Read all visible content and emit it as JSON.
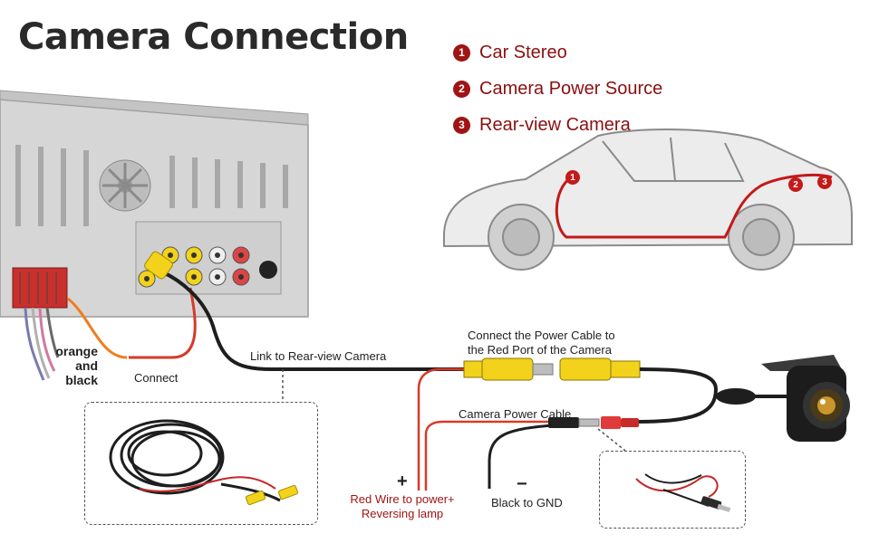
{
  "title": "Camera Connection",
  "legend": [
    {
      "num": "1",
      "label": "Car Stereo"
    },
    {
      "num": "2",
      "label": "Camera Power Source"
    },
    {
      "num": "3",
      "label": "Rear-view Camera"
    }
  ],
  "car_markers": [
    "1",
    "2",
    "3"
  ],
  "labels": {
    "orange_black": [
      "orange",
      "and",
      "black"
    ],
    "connect": "Connect",
    "link": "Link to Rear-view Camera",
    "power_cable_instruction": [
      "Connect the Power Cable to",
      "the Red Port of the Camera"
    ],
    "camera_power_cable": "Camera Power Cable",
    "red_wire": [
      "Red Wire to power+",
      "Reversing lamp"
    ],
    "black_gnd": "Black to GND",
    "plus": "+",
    "minus": "−"
  },
  "colors": {
    "accent_red": "#a01414",
    "wire_red": "#d63a2a",
    "wire_orange": "#f07d1a",
    "rca_yellow": "#f2d21b",
    "cable_black": "#1e1e1e"
  }
}
